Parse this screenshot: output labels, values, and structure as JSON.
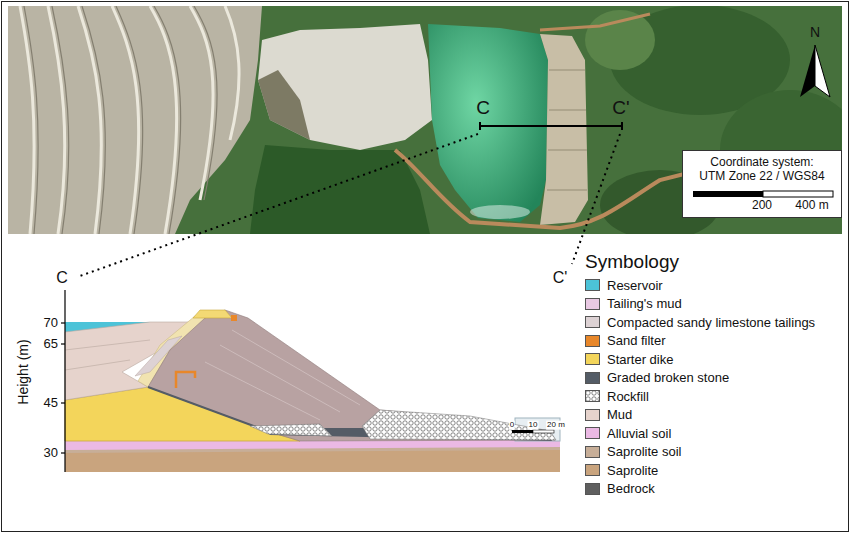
{
  "diagram": {
    "nodes": [
      {
        "text": [
          "Coordinate system: UTM Zone 22 / WGS84"
        ]
      }
    ],
    "labels": [
      "C",
      "C'",
      "N",
      "200",
      "400 m",
      "C",
      "C'",
      "Height (m)",
      "70",
      "65",
      "45",
      "30",
      "0",
      "10",
      "20 m",
      "Symbology"
    ],
    "legend": [
      {
        "text": "Reservoir",
        "color": "#4cc3d8"
      },
      {
        "text": "Tailing's mud",
        "color": "#e9c9e3"
      },
      {
        "text": "Compacted sandy limestone tailings",
        "color": "#ddd2d4"
      },
      {
        "text": "Sand filter",
        "color": "#e8872a"
      },
      {
        "text": "Starter dike",
        "color": "#f3d55b"
      },
      {
        "text": "Graded broken stone",
        "color": "#545c66"
      },
      {
        "text": "Rockfill"
      },
      {
        "text": "Mud",
        "color": "#e6d3cc"
      },
      {
        "text": "Alluvial soil",
        "color": "#ebb9e4"
      },
      {
        "text": "Saprolite soil",
        "color": "#c7ae98"
      },
      {
        "text": "Saprolite",
        "color": "#c9a47e"
      },
      {
        "text": "Bedrock",
        "color": "#5f5f5f"
      }
    ]
  }
}
